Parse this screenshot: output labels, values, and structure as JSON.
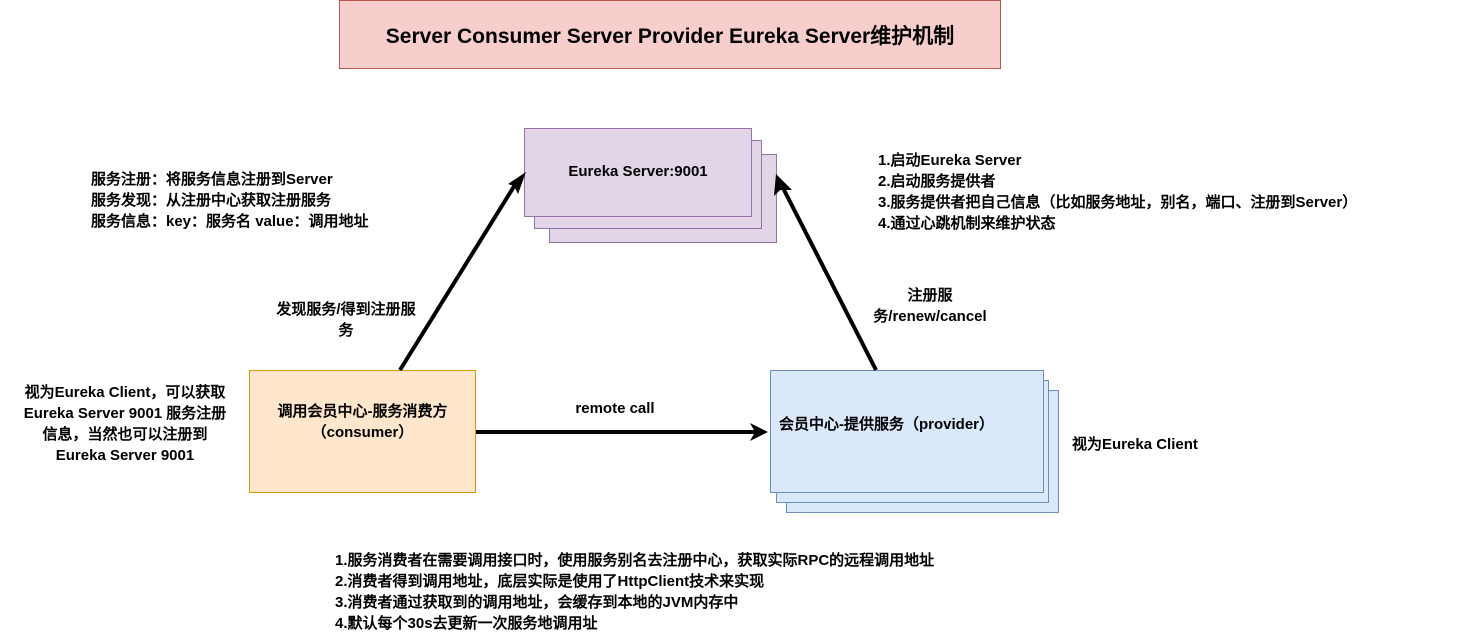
{
  "title": "Server Consumer Server Provider Eureka Server维护机制",
  "eureka_server": {
    "label": "Eureka Server:9001",
    "fill": "#e1d5e7",
    "stroke": "#9673a6"
  },
  "consumer": {
    "line1": "调用会员中心-服务消费方",
    "line2": "（consumer）",
    "fill": "#ffe6cc",
    "stroke": "#d79b00"
  },
  "provider": {
    "label": "会员中心-提供服务（provider）",
    "fill": "#dae8fc",
    "stroke": "#6c8ebf"
  },
  "service_notes": [
    "服务注册：将服务信息注册到Server",
    "服务发现：从注册中心获取注册服务",
    "服务信息：key：服务名 value：调用地址"
  ],
  "steps_top_right": [
    "1.启动Eureka Server",
    "2.启动服务提供者",
    "3.服务提供者把自己信息（比如服务地址，别名，端口、注册到Server）",
    "4.通过心跳机制来维护状态"
  ],
  "consumer_note": [
    "视为Eureka Client，可以获取",
    "Eureka Server 9001 服务注册",
    "信息，当然也可以注册到",
    "Eureka Server 9001"
  ],
  "provider_note": "视为Eureka Client",
  "edges": {
    "discover_label_line1": "发现服务/得到注册服",
    "discover_label_line2": "务",
    "register_label_line1": "注册服",
    "register_label_line2": "务/renew/cancel",
    "remote_call_label": "remote call"
  },
  "steps_bottom": [
    "1.服务消费者在需要调用接口时，使用服务别名去注册中心，获取实际RPC的远程调用地址",
    "2.消费者得到调用地址，底层实际是使用了HttpClient技术来实现",
    "3.消费者通过获取到的调用地址，会缓存到本地的JVM内存中",
    "4.默认每个30s去更新一次服务地调用址"
  ]
}
